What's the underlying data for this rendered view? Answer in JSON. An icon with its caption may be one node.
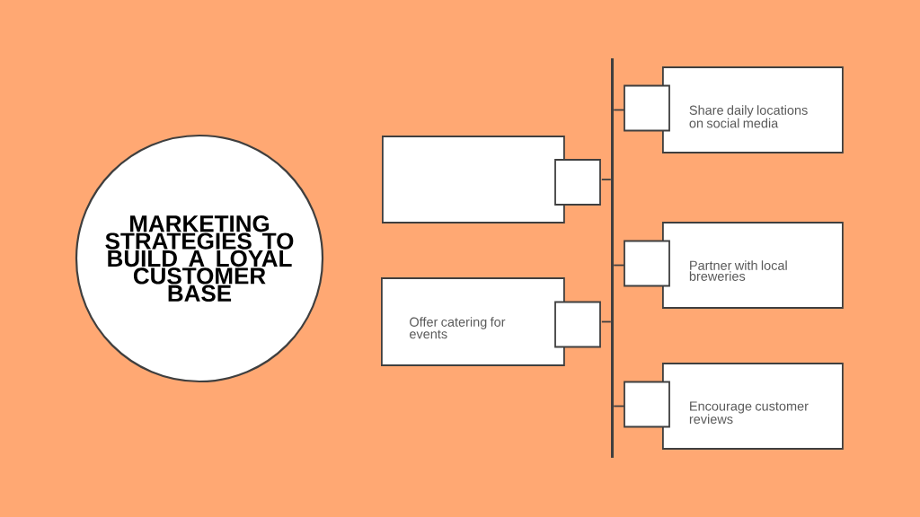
{
  "diagram": {
    "nodes": [
      {
        "text": [
          "MARKETING STRATEGIES TO BUILD A LOYAL CUSTOMER BASE"
        ]
      },
      {
        "text": [
          "Share daily locations on social media"
        ]
      },
      {
        "text": [],
        "shape": "box"
      },
      {
        "text": [
          "Partner with local breweries"
        ]
      },
      {
        "text": [
          "Offer catering for events"
        ]
      },
      {
        "text": [
          "Encourage customer reviews"
        ]
      },
      {
        "text": [],
        "shape": "bar"
      }
    ],
    "edges": [
      {
        "from": 1,
        "to": 6,
        "arrow": "none"
      },
      {
        "from": 2,
        "to": 6,
        "arrow": "none"
      },
      {
        "from": 3,
        "to": 6,
        "arrow": "none"
      },
      {
        "from": 4,
        "to": 6,
        "arrow": "none"
      },
      {
        "from": 5,
        "to": 6,
        "arrow": "none"
      }
    ]
  }
}
